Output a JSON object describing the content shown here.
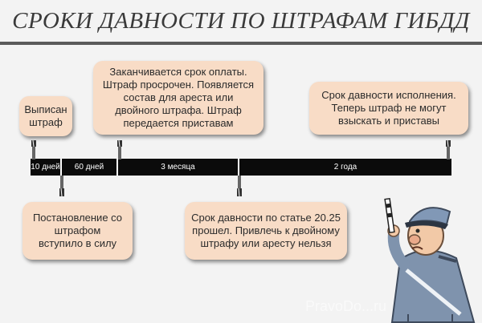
{
  "title": "СРОКИ ДАВНОСТИ ПО ШТРАФАМ ГИБДД",
  "cards": {
    "issued": "Выписан\nштраф",
    "payment_end": "Заканчивается срок оплаты.\nШтраф просрочен. Появляется\nсостав для ареста или\nдвойного штрафа. Штраф\nпередается приставам",
    "execution_limit": "Срок давности исполнения.\nТеперь штраф не могут\nвзыскать и приставы",
    "decision_effect": "Постановление со\nштрафом\nвступило в силу",
    "article_limit": "Срок давности по статье 20.25\nпрошел. Привлечь к двойному\nштрафу или аресту нельзя"
  },
  "timeline": {
    "segments": [
      "10 дней",
      "60 дней",
      "3 месяца",
      "2 года"
    ]
  },
  "watermark": "PravoDo...ru"
}
